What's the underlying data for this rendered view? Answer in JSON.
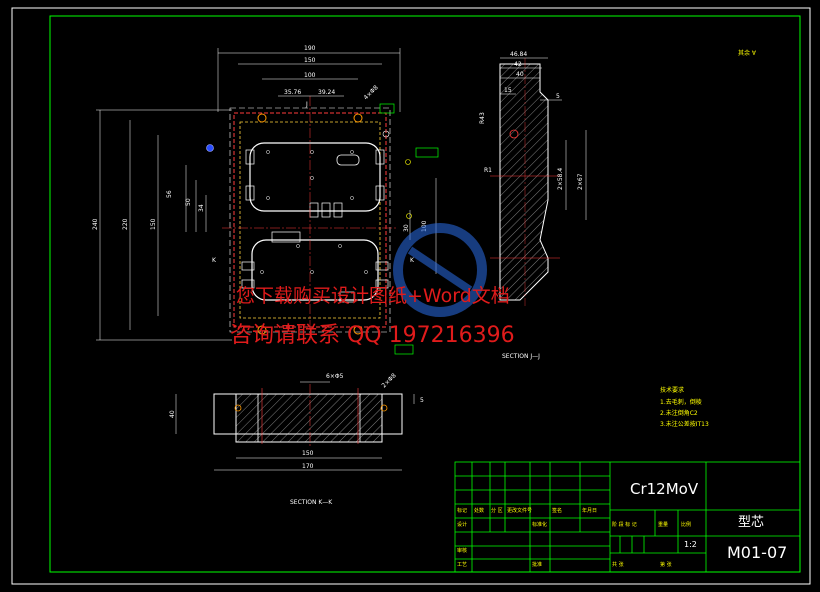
{
  "title_block": {
    "material": "Cr12MoV",
    "part_name": "型芯",
    "drawing_no": "M01-07",
    "scale": "1:2",
    "row_labels": [
      "标记",
      "设计",
      "审核",
      "工艺"
    ],
    "header_labels": [
      "处数",
      "分 区",
      "更改文件号",
      "签名",
      "年月日"
    ],
    "sub_labels": [
      "标准化",
      "批准"
    ],
    "stage_labels": [
      "阶 段 标 记",
      "重量",
      "比例"
    ],
    "sheet_labels": [
      "共 张",
      "第 张"
    ]
  },
  "notes": {
    "heading": "技术要求",
    "items": [
      "1.去毛刺，倒棱",
      "2.未注倒角C2",
      "3.未注公差按IT13"
    ]
  },
  "roughness_mark": "其余 ∀",
  "sections": {
    "kk": "SECTION K—K",
    "jj": "SECTION J—J"
  },
  "watermark": {
    "line1": "下载购买设计图纸+Word文档",
    "line2": "咨询请联系 QQ 1972163 96",
    "line1_full": "您下载购买设计图纸+Word文档",
    "line2_full": "咨询请联系 QQ 197216396"
  },
  "dimensions": {
    "top": [
      "190",
      "150",
      "100",
      "35.76",
      "39.24",
      "4×Φ8"
    ],
    "left": [
      "240",
      "220",
      "150",
      "56",
      "50",
      "34"
    ],
    "right": [
      "30",
      "100"
    ],
    "kk": [
      "6×Φ5",
      "2×Φ8",
      "40",
      "5",
      "150",
      "170"
    ],
    "jj": [
      "46.84",
      "42",
      "40",
      "15",
      "5",
      "R43",
      "R1",
      "2×58.4",
      "2×67"
    ]
  },
  "section_markers": {
    "k": "K",
    "j": "J"
  }
}
